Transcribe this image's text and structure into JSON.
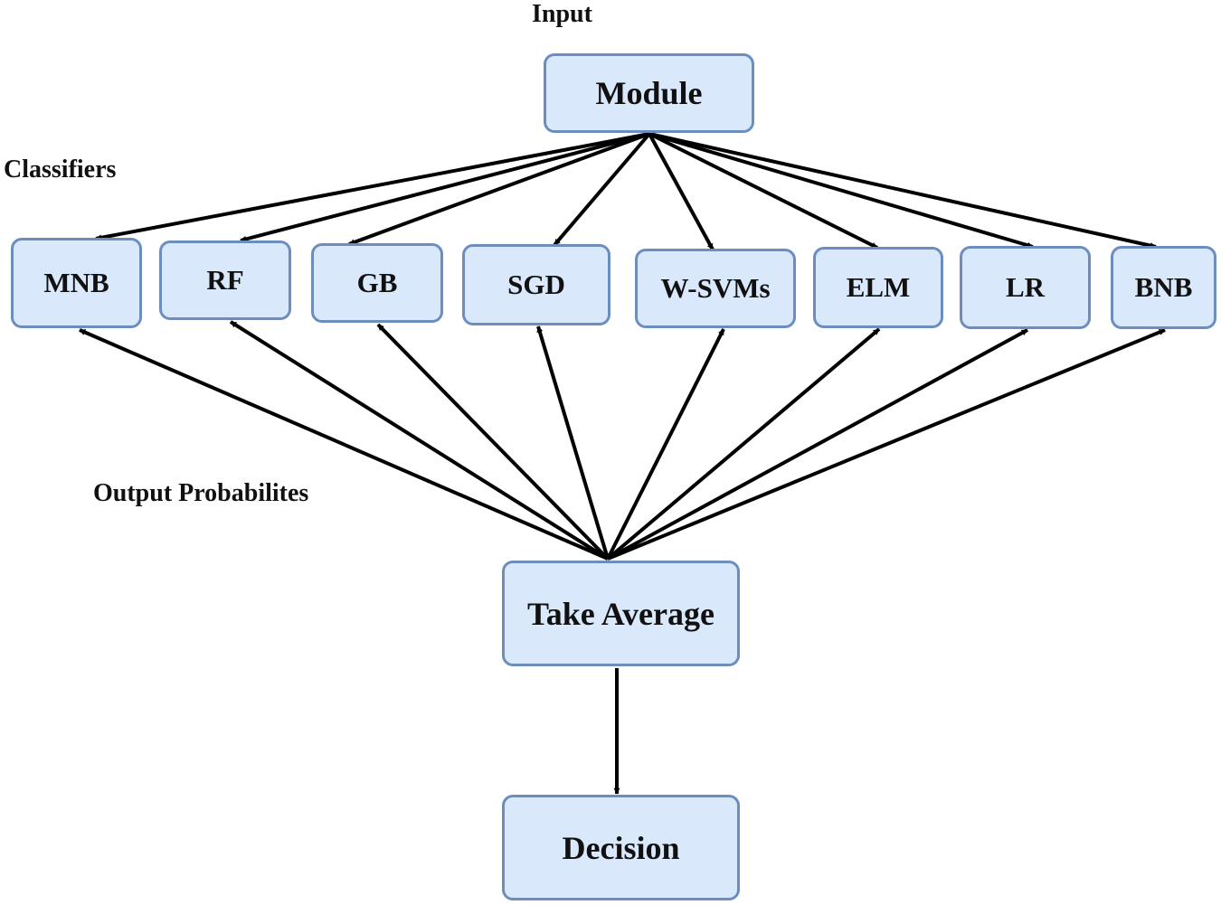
{
  "labels": {
    "input": "Input",
    "classifiers": "Classifiers",
    "output_probabilities": "Output Probabilites"
  },
  "nodes": {
    "module": "Module",
    "take_average": "Take Average",
    "decision": "Decision",
    "classifiers": [
      "MNB",
      "RF",
      "GB",
      "SGD",
      "W-SVMs",
      "ELM",
      "LR",
      "BNB"
    ]
  },
  "colors": {
    "box_fill": "#dae8fc",
    "box_border": "#6c8ebf",
    "arrow": "#000000",
    "text": "#111111"
  }
}
